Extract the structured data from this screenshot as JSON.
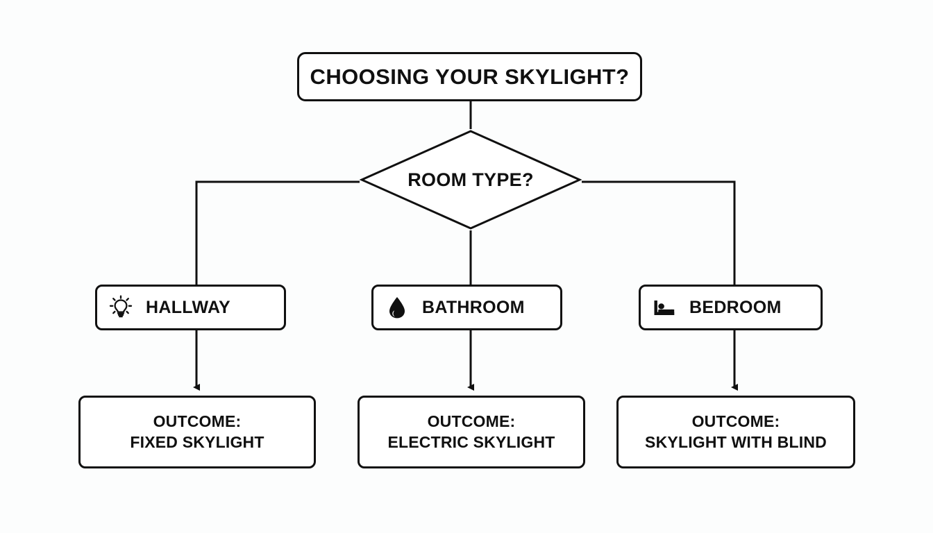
{
  "diagram": {
    "type": "flowchart",
    "background_color": "#fcfdfd",
    "line_color": "#101010",
    "title_node": {
      "label": "CHOOSING YOUR SKYLIGHT?",
      "shape": "rounded-rectangle"
    },
    "decision_node": {
      "label": "ROOM TYPE?",
      "shape": "diamond"
    },
    "branches": [
      {
        "id": "hallway",
        "icon": "lightbulb-icon",
        "label": "HALLWAY",
        "outcome_lines": [
          "OUTCOME:",
          "FIXED SKYLIGHT"
        ]
      },
      {
        "id": "bathroom",
        "icon": "water-drop-icon",
        "label": "BATHROOM",
        "outcome_lines": [
          "OUTCOME:",
          "ELECTRIC SKYLIGHT"
        ]
      },
      {
        "id": "bedroom",
        "icon": "bed-icon",
        "label": "BEDROOM",
        "outcome_lines": [
          "OUTCOME:",
          "SKYLIGHT WITH BLIND"
        ]
      }
    ]
  }
}
